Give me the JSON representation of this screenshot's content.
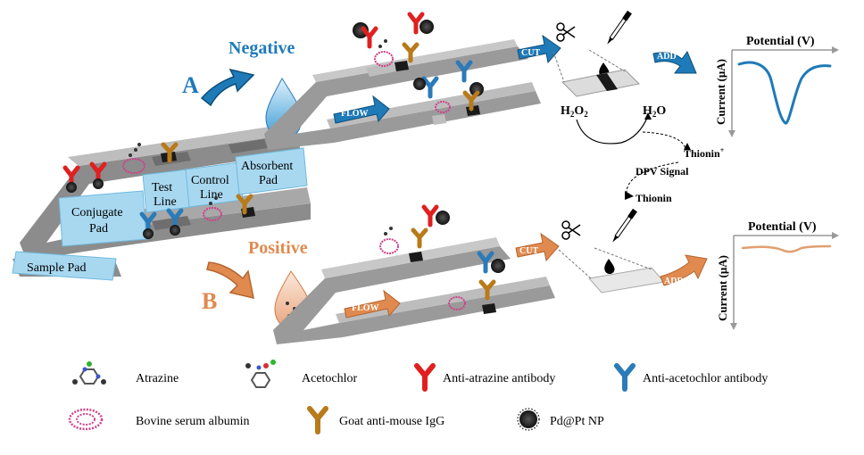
{
  "labels": {
    "negative": "Negative",
    "positive": "Positive",
    "panel_a": "A",
    "panel_b": "B",
    "flow": "FLOW",
    "cut": "CUT",
    "add": "ADD",
    "pads": {
      "sample": "Sample Pad",
      "conjugate_1": "Conjugate",
      "conjugate_2": "Pad",
      "test_1": "Test",
      "test_2": "Line",
      "control_1": "Control",
      "control_2": "Line",
      "absorbent_1": "Absorbent",
      "absorbent_2": "Pad"
    },
    "reaction": {
      "h2o2_main": "H",
      "h2o2_sub": "2",
      "h2o2_o": "O",
      "h2o2_sub2": "2",
      "h2o_main": "H",
      "h2o_sub": "2",
      "h2o_o": "O",
      "thionin_plus": "Thionin",
      "thionin_sup": "+",
      "dpv": "DPV Signal",
      "thionin": "Thionin"
    },
    "plot_a": {
      "xlabel": "Potential (V)",
      "ylabel": "Current (μA)"
    },
    "plot_b": {
      "xlabel": "Potential (V)",
      "ylabel": "Current (μA)"
    }
  },
  "legend": [
    {
      "name": "atrazine",
      "label": "Atrazine"
    },
    {
      "name": "acetochlor",
      "label": "Acetochlor"
    },
    {
      "name": "anti-atrazine-antibody",
      "label": "Anti-atrazine antibody",
      "color": "#e02020"
    },
    {
      "name": "anti-acetochlor-antibody",
      "label": "Anti-acetochlor antibody",
      "color": "#2b7bb9"
    },
    {
      "name": "bovine-serum-albumin",
      "label": "Bovine serum albumin",
      "color": "#d0408a"
    },
    {
      "name": "goat-anti-mouse-igg",
      "label": "Goat anti-mouse IgG",
      "color": "#b87a1a"
    },
    {
      "name": "pd-pt-np",
      "label": "Pd@Pt NP"
    }
  ],
  "colors": {
    "blue_arrow": "#1f7ab8",
    "orange_arrow": "#e08a50",
    "pad_label_bg": "#a8d8f0",
    "strip": "#9a9a9a",
    "curve_a": "#1f7ab8",
    "curve_b": "#e0a070"
  }
}
